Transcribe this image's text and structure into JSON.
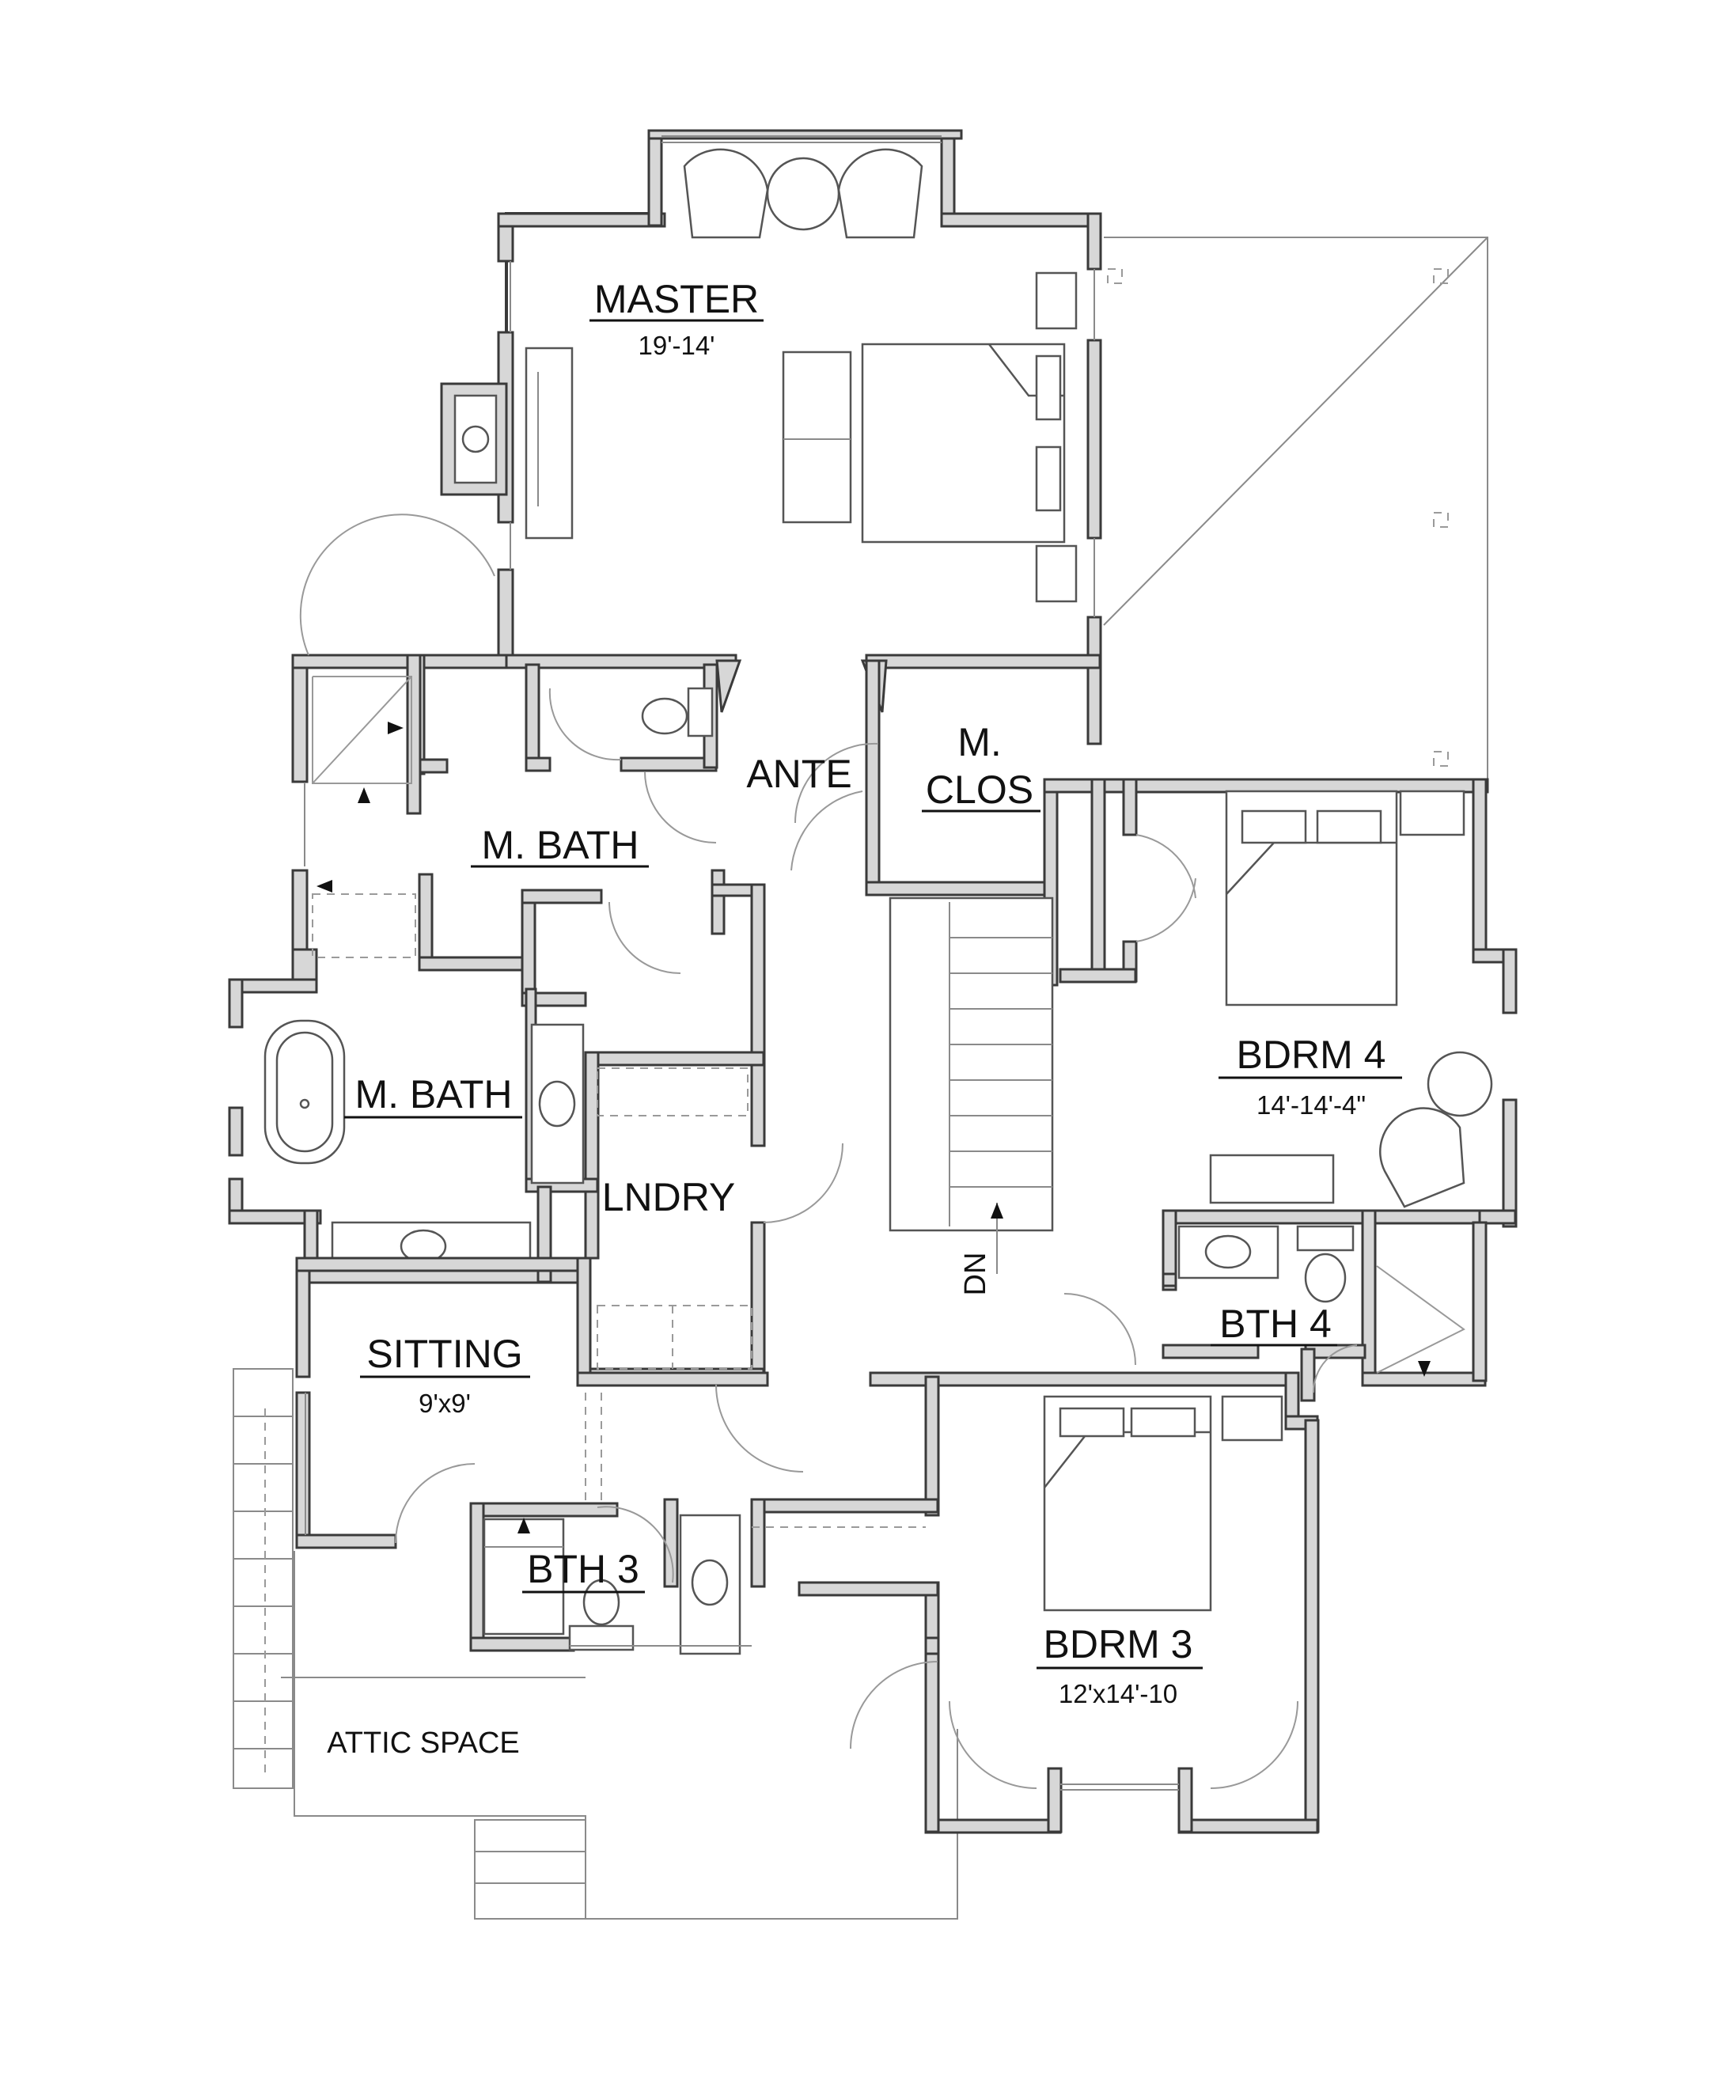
{
  "rooms": {
    "master": {
      "name": "MASTER",
      "dim": "19'-14'"
    },
    "ante": {
      "name": "ANTE"
    },
    "mclos_1": {
      "name": "M."
    },
    "mclos_2": {
      "name": "CLOS"
    },
    "mbath_upper": {
      "name": "M. BATH"
    },
    "mbath_lower": {
      "name": "M. BATH"
    },
    "lndry": {
      "name": "LNDRY"
    },
    "bdrm4": {
      "name": "BDRM 4",
      "dim": "14'-14'-4\""
    },
    "bth4": {
      "name": "BTH 4"
    },
    "sitting": {
      "name": "SITTING",
      "dim": "9'x9'"
    },
    "bth3": {
      "name": "BTH 3"
    },
    "bdrm3": {
      "name": "BDRM 3",
      "dim": "12'x14'-10"
    },
    "attic": {
      "name": "ATTIC SPACE"
    },
    "stair": {
      "label": "DN"
    }
  }
}
